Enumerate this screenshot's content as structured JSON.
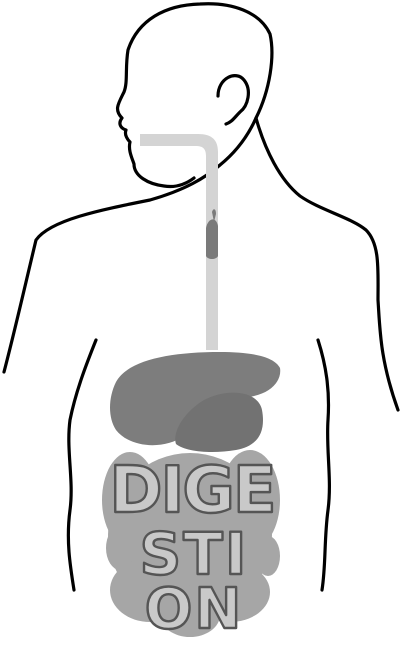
{
  "diagram": {
    "lettering": [
      "DIGE",
      "STI",
      "ON"
    ],
    "colors": {
      "background": "#ffffff",
      "outline": "#000000",
      "esophagus": "#d4d4d4",
      "bolus": "#7a7a7a",
      "liver": "#7d7d7d",
      "stomach": "#727272",
      "intestine": "#a6a6a6",
      "letters_fill": "#c9c9c9",
      "letters_stroke": "#555555"
    }
  }
}
